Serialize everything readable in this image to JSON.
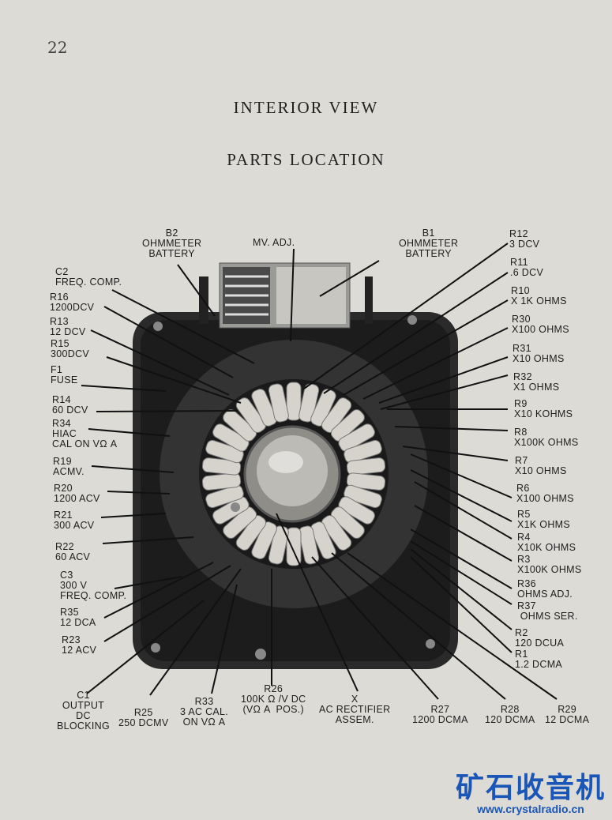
{
  "page_number": "22",
  "title": "INTERIOR VIEW",
  "subtitle": "PARTS LOCATION",
  "labels": {
    "b2": "B2\nOHMMETER\nBATTERY",
    "mv_adj": "MV. ADJ.",
    "b1": "B1\nOHMMETER\nBATTERY",
    "c2": "C2\nFREQ. COMP.",
    "r16": "R16\n1200DCV",
    "r13": "R13\n12 DCV",
    "r15": "R15\n300DCV",
    "f1": "F1\nFUSE",
    "r14": "R14\n60 DCV",
    "r34": "R34\nHIAC\nCAL ON VΩ A",
    "r19": "R19\nACMV.",
    "r20": "R20\n1200 ACV",
    "r21": "R21\n300 ACV",
    "r22": "R22\n60 ACV",
    "c3": "C3\n300 V\nFREQ. COMP.",
    "r35": "R35\n12 DCA",
    "r23": "R23\n12 ACV",
    "r12": "R12\n3 DCV",
    "r11": "R11\n.6 DCV",
    "r10": "R10\nX 1K OHMS",
    "r30": "R30\nX100 OHMS",
    "r31": "R31\nX10 OHMS",
    "r32": "R32\nX1 OHMS",
    "r9": "R9\nX10 KOHMS",
    "r8": "R8\nX100K OHMS",
    "r7": "R7\nX10 OHMS",
    "r6": "R6\nX100 OHMS",
    "r5": "R5\nX1K OHMS",
    "r4": "R4\nX10K OHMS",
    "r3": "R3\nX100K OHMS",
    "r36": "R36\nOHMS ADJ.",
    "r37": "R37\n OHMS SER.",
    "r2": "R2\n120 DCUA",
    "r1": "R1\n1.2 DCMA",
    "c1": "C1\nOUTPUT\nDC\nBLOCKING",
    "r25": "R25\n250 DCMV",
    "r33": "R33\n3 AC CAL.\nON VΩ A",
    "r26": "R26\n100K Ω /V DC\n(VΩ A  POS.)",
    "x": "X\nAC RECTIFIER\nASSEM.",
    "r27": "R27\n1200 DCMA",
    "r28": "R28\n120 DCMA",
    "r29": "R29\n12 DCMA"
  },
  "watermark": {
    "chinese": "矿石收音机",
    "url": "www.crystalradio.cn"
  },
  "colors": {
    "paper": "#dcdbd6",
    "ink": "#1e1e1e",
    "watermark": "#1a56b8"
  }
}
